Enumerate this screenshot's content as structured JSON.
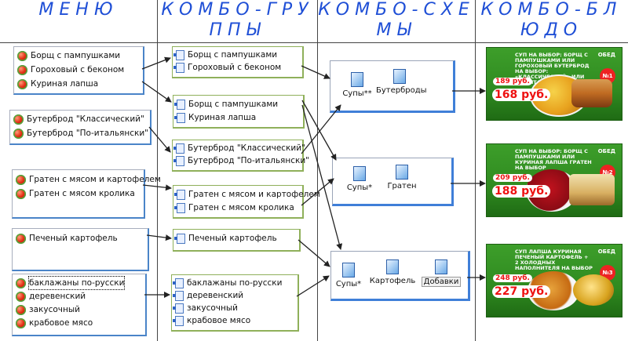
{
  "headers": [
    "МЕНЮ",
    "КОМБО-ГРУППЫ",
    "КОМБО-СХЕМЫ",
    "КОМБО-БЛЮДО"
  ],
  "menu_groups": [
    {
      "items": [
        "Борщ с пампушками",
        "Гороховый с беконом",
        "Куриная лапша"
      ]
    },
    {
      "items": [
        "Бутерброд \"Классический\"",
        "Бутерброд \"По-итальянски\""
      ]
    },
    {
      "items": [
        "Гратен с мясом и картофелем",
        "Гратен с мясом кролика"
      ]
    },
    {
      "items": [
        "Печеный картофель"
      ]
    },
    {
      "items": [
        "баклажаны по-русски",
        "деревенский",
        "закусочный",
        "крабовое мясо"
      ]
    }
  ],
  "combo_groups": [
    {
      "items": [
        "Борщ с пампушками",
        "Гороховый с беконом"
      ]
    },
    {
      "items": [
        "Борщ с пампушками",
        "Куриная лапша"
      ]
    },
    {
      "items": [
        "Бутерброд \"Классический\"",
        "Бутерброд \"По-итальянски\""
      ]
    },
    {
      "items": [
        "Гратен с мясом и картофелем",
        "Гратен с мясом кролика"
      ]
    },
    {
      "items": [
        "Печеный картофель"
      ]
    },
    {
      "items": [
        "баклажаны по-русски",
        "деревенский",
        "закусочный",
        "крабовое мясо"
      ]
    }
  ],
  "schemes": [
    {
      "nodes": [
        "Супы**",
        "Бутерброды"
      ]
    },
    {
      "nodes": [
        "Супы*",
        "Гратен"
      ]
    },
    {
      "nodes": [
        "Супы*",
        "Картофель",
        "Добавки"
      ]
    }
  ],
  "dishes": [
    {
      "title": "СУП НА ВЫБОР: БОРЩ С ПАМПУШКАМИ ИЛИ ГОРОХОВЫЙ БУТЕРБРОД НА ВЫБОР: «КЛАССИЧЕСКИЙ» ИЛИ «ПО-ИТАЛЬЯНСКИ»",
      "label": "ОБЕД",
      "badge": "№1",
      "old_price": "189 руб.",
      "new_price": "168 руб."
    },
    {
      "title": "СУП НА ВЫБОР: БОРЩ С ПАМПУШКАМИ ИЛИ КУРИНАЯ ЛАПША ГРАТЕН НА ВЫБОР",
      "label": "ОБЕД",
      "badge": "№2",
      "old_price": "209 руб.",
      "new_price": "188 руб."
    },
    {
      "title": "СУП ЛАПША КУРИНАЯ ПЕЧЕНЫЙ КАРТОФЕЛЬ + 2 ХОЛОДНЫХ НАПОЛНИТЕЛЯ НА ВЫБОР",
      "label": "ОБЕД",
      "badge": "№3",
      "old_price": "248 руб.",
      "new_price": "227 руб."
    }
  ],
  "colors": {
    "header": "#1f4fd6",
    "arrow": "#222222",
    "banner": "#2f8a20",
    "price": "#e11111"
  }
}
